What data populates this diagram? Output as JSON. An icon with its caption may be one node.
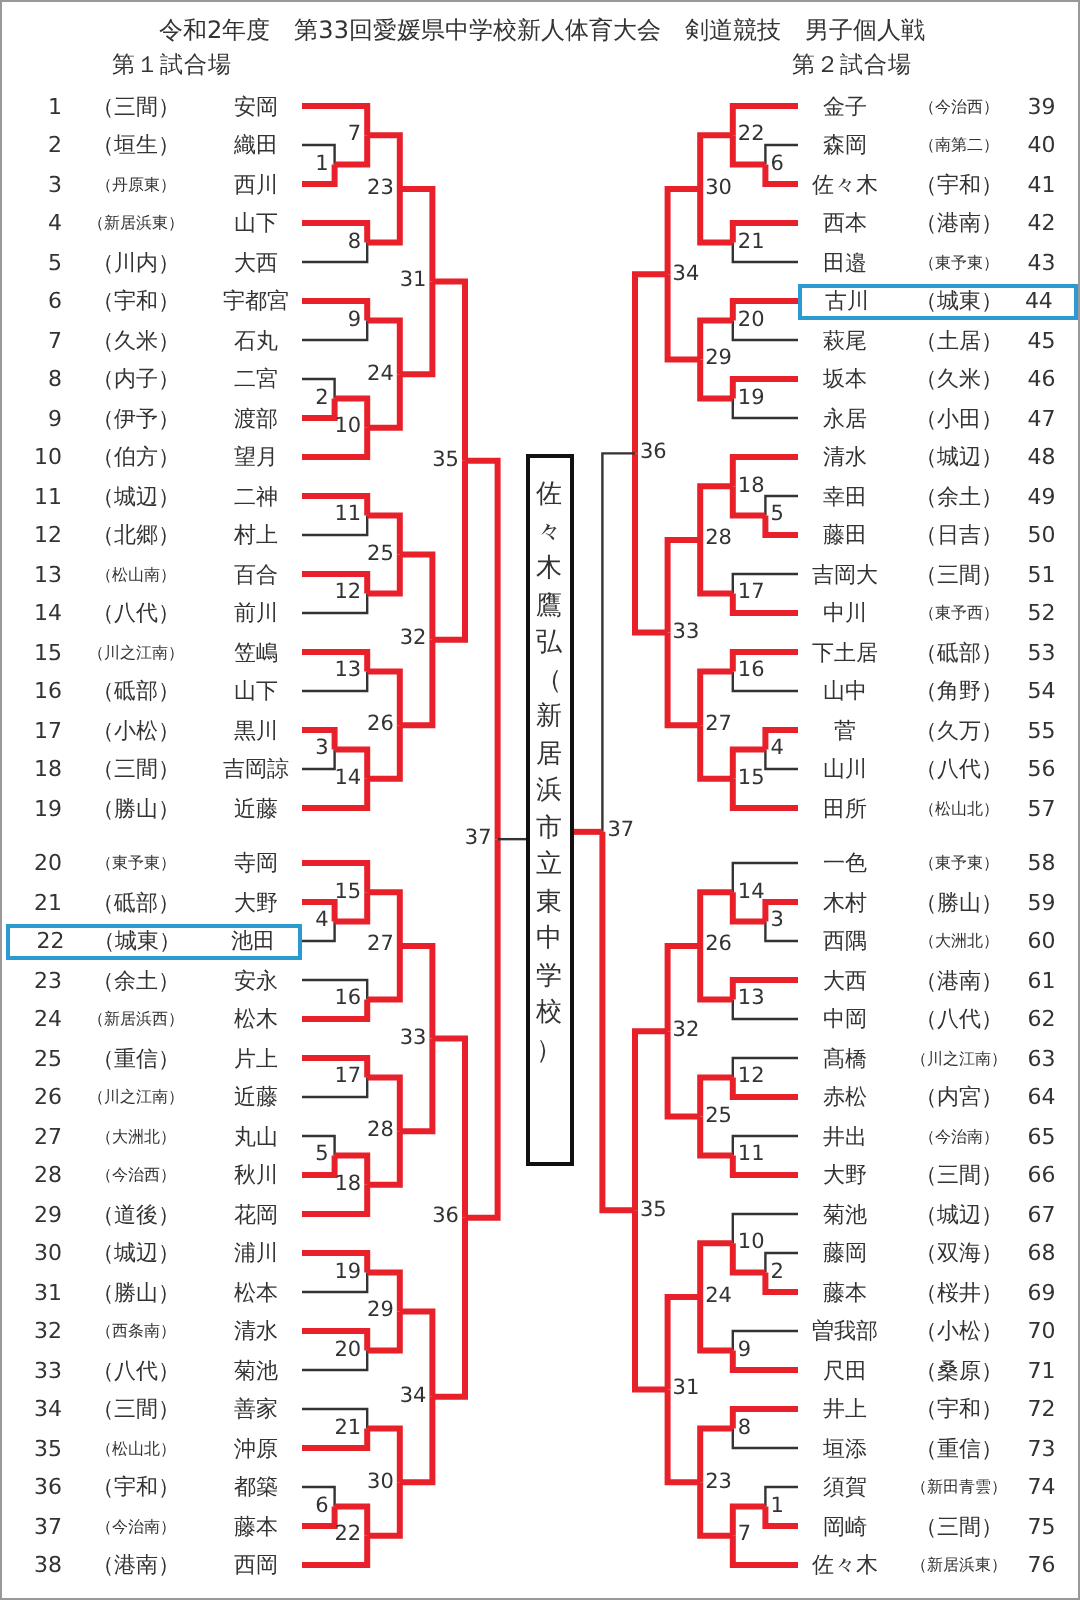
{
  "diagram": {
    "title": "令和2年度　第33回愛媛県中学校新人体育大会　剣道競技　男子個人戦",
    "nodes": [
      {
        "text": [
          "1",
          "（三間）",
          "安岡"
        ]
      },
      {
        "text": [
          "2",
          "（垣生）",
          "織田"
        ]
      },
      {
        "text": [
          "3",
          "（丹原東）",
          "西川"
        ]
      },
      {
        "text": [
          "4",
          "（新居浜東）",
          "山下"
        ]
      },
      {
        "text": [
          "5",
          "（川内）",
          "大西"
        ]
      },
      {
        "text": [
          "6",
          "（宇和）",
          "宇都宮"
        ]
      },
      {
        "text": [
          "7",
          "（久米）",
          "石丸"
        ]
      },
      {
        "text": [
          "8",
          "（内子）",
          "二宮"
        ]
      },
      {
        "text": [
          "9",
          "（伊予）",
          "渡部"
        ]
      },
      {
        "text": [
          "10",
          "（伯方）",
          "望月"
        ]
      },
      {
        "text": [
          "11",
          "（城辺）",
          "二神"
        ]
      },
      {
        "text": [
          "12",
          "（北郷）",
          "村上"
        ]
      },
      {
        "text": [
          "13",
          "（松山南）",
          "百合"
        ]
      },
      {
        "text": [
          "14",
          "（八代）",
          "前川"
        ]
      },
      {
        "text": [
          "15",
          "（川之江南）",
          "笠嶋"
        ]
      },
      {
        "text": [
          "16",
          "（砥部）",
          "山下"
        ]
      },
      {
        "text": [
          "17",
          "（小松）",
          "黒川"
        ]
      },
      {
        "text": [
          "18",
          "（三間）",
          "吉岡諒"
        ]
      },
      {
        "text": [
          "19",
          "（勝山）",
          "近藤"
        ]
      },
      {
        "text": [
          "20",
          "（東予東）",
          "寺岡"
        ]
      },
      {
        "text": [
          "21",
          "（砥部）",
          "大野"
        ]
      },
      {
        "text": [
          "22",
          "（城東）",
          "池田"
        ]
      },
      {
        "text": [
          "23",
          "（余土）",
          "安永"
        ]
      },
      {
        "text": [
          "24",
          "（新居浜西）",
          "松木"
        ]
      },
      {
        "text": [
          "25",
          "（重信）",
          "片上"
        ]
      },
      {
        "text": [
          "26",
          "（川之江南）",
          "近藤"
        ]
      },
      {
        "text": [
          "27",
          "（大洲北）",
          "丸山"
        ]
      },
      {
        "text": [
          "28",
          "（今治西）",
          "秋川"
        ]
      },
      {
        "text": [
          "29",
          "（道後）",
          "花岡"
        ]
      },
      {
        "text": [
          "30",
          "（城辺）",
          "浦川"
        ]
      },
      {
        "text": [
          "31",
          "（勝山）",
          "松本"
        ]
      },
      {
        "text": [
          "32",
          "（西条南）",
          "清水"
        ]
      },
      {
        "text": [
          "33",
          "（八代）",
          "菊池"
        ]
      },
      {
        "text": [
          "34",
          "（三間）",
          "善家"
        ]
      },
      {
        "text": [
          "35",
          "（松山北）",
          "沖原"
        ]
      },
      {
        "text": [
          "36",
          "（宇和）",
          "都築"
        ]
      },
      {
        "text": [
          "37",
          "（今治南）",
          "藤本"
        ]
      },
      {
        "text": [
          "38",
          "（港南）",
          "西岡"
        ]
      },
      {
        "text": [
          "金子",
          "（今治西）",
          "39"
        ]
      },
      {
        "text": [
          "森岡",
          "（南第二）",
          "40"
        ]
      },
      {
        "text": [
          "佐々木",
          "（宇和）",
          "41"
        ]
      },
      {
        "text": [
          "西本",
          "（港南）",
          "42"
        ]
      },
      {
        "text": [
          "田邉",
          "（東予東）",
          "43"
        ]
      },
      {
        "text": [
          "古川",
          "（城東）",
          "44"
        ]
      },
      {
        "text": [
          "萩尾",
          "（土居）",
          "45"
        ]
      },
      {
        "text": [
          "坂本",
          "（久米）",
          "46"
        ]
      },
      {
        "text": [
          "永居",
          "（小田）",
          "47"
        ]
      },
      {
        "text": [
          "清水",
          "（城辺）",
          "48"
        ]
      },
      {
        "text": [
          "幸田",
          "（余土）",
          "49"
        ]
      },
      {
        "text": [
          "藤田",
          "（日吉）",
          "50"
        ]
      },
      {
        "text": [
          "吉岡大",
          "（三間）",
          "51"
        ]
      },
      {
        "text": [
          "中川",
          "（東予西）",
          "52"
        ]
      },
      {
        "text": [
          "下土居",
          "（砥部）",
          "53"
        ]
      },
      {
        "text": [
          "山中",
          "（角野）",
          "54"
        ]
      },
      {
        "text": [
          "菅",
          "（久万）",
          "55"
        ]
      },
      {
        "text": [
          "山川",
          "（八代）",
          "56"
        ]
      },
      {
        "text": [
          "田所",
          "（松山北）",
          "57"
        ]
      },
      {
        "text": [
          "一色",
          "（東予東）",
          "58"
        ]
      },
      {
        "text": [
          "木村",
          "（勝山）",
          "59"
        ]
      },
      {
        "text": [
          "西隅",
          "（大洲北）",
          "60"
        ]
      },
      {
        "text": [
          "大西",
          "（港南）",
          "61"
        ]
      },
      {
        "text": [
          "中岡",
          "（八代）",
          "62"
        ]
      },
      {
        "text": [
          "髙橋",
          "（川之江南）",
          "63"
        ]
      },
      {
        "text": [
          "赤松",
          "（内宮）",
          "64"
        ]
      },
      {
        "text": [
          "井出",
          "（今治南）",
          "65"
        ]
      },
      {
        "text": [
          "大野",
          "（三間）",
          "66"
        ]
      },
      {
        "text": [
          "菊池",
          "（城辺）",
          "67"
        ]
      },
      {
        "text": [
          "藤岡",
          "（双海）",
          "68"
        ]
      },
      {
        "text": [
          "藤本",
          "（桜井）",
          "69"
        ]
      },
      {
        "text": [
          "曽我部",
          "（小松）",
          "70"
        ]
      },
      {
        "text": [
          "尺田",
          "（桑原）",
          "71"
        ]
      },
      {
        "text": [
          "井上",
          "（宇和）",
          "72"
        ]
      },
      {
        "text": [
          "垣添",
          "（重信）",
          "73"
        ]
      },
      {
        "text": [
          "須賀",
          "（新田青雲）",
          "74"
        ]
      },
      {
        "text": [
          "岡崎",
          "（三間）",
          "75"
        ]
      },
      {
        "text": [
          "佐々木",
          "（新居浜東）",
          "76"
        ]
      },
      {
        "text": [
          "1"
        ]
      },
      {
        "text": [
          "2"
        ]
      },
      {
        "text": [
          "3"
        ]
      },
      {
        "text": [
          "4"
        ]
      },
      {
        "text": [
          "5"
        ]
      },
      {
        "text": [
          "6"
        ]
      },
      {
        "text": [
          "7"
        ]
      },
      {
        "text": [
          "8"
        ]
      },
      {
        "text": [
          "9"
        ]
      },
      {
        "text": [
          "10"
        ]
      },
      {
        "text": [
          "11"
        ]
      },
      {
        "text": [
          "12"
        ]
      },
      {
        "text": [
          "13"
        ]
      },
      {
        "text": [
          "14"
        ]
      },
      {
        "text": [
          "15"
        ]
      },
      {
        "text": [
          "16"
        ]
      },
      {
        "text": [
          "17"
        ]
      },
      {
        "text": [
          "18"
        ]
      },
      {
        "text": [
          "19"
        ]
      },
      {
        "text": [
          "20"
        ]
      },
      {
        "text": [
          "21"
        ]
      },
      {
        "text": [
          "22"
        ]
      },
      {
        "text": [
          "23"
        ]
      },
      {
        "text": [
          "24"
        ]
      },
      {
        "text": [
          "25"
        ]
      },
      {
        "text": [
          "26"
        ]
      },
      {
        "text": [
          "27"
        ]
      },
      {
        "text": [
          "28"
        ]
      },
      {
        "text": [
          "29"
        ]
      },
      {
        "text": [
          "30"
        ]
      },
      {
        "text": [
          "31"
        ]
      },
      {
        "text": [
          "32"
        ]
      },
      {
        "text": [
          "33"
        ]
      },
      {
        "text": [
          "34"
        ]
      },
      {
        "text": [
          "35"
        ]
      },
      {
        "text": [
          "36"
        ]
      },
      {
        "text": [
          "37"
        ]
      },
      {
        "text": [
          "1"
        ]
      },
      {
        "text": [
          "2"
        ]
      },
      {
        "text": [
          "3"
        ]
      },
      {
        "text": [
          "4"
        ]
      },
      {
        "text": [
          "5"
        ]
      },
      {
        "text": [
          "6"
        ]
      },
      {
        "text": [
          "7"
        ]
      },
      {
        "text": [
          "8"
        ]
      },
      {
        "text": [
          "9"
        ]
      },
      {
        "text": [
          "10"
        ]
      },
      {
        "text": [
          "11"
        ]
      },
      {
        "text": [
          "12"
        ]
      },
      {
        "text": [
          "13"
        ]
      },
      {
        "text": [
          "14"
        ]
      },
      {
        "text": [
          "15"
        ]
      },
      {
        "text": [
          "16"
        ]
      },
      {
        "text": [
          "17"
        ]
      },
      {
        "text": [
          "18"
        ]
      },
      {
        "text": [
          "19"
        ]
      },
      {
        "text": [
          "20"
        ]
      },
      {
        "text": [
          "21"
        ]
      },
      {
        "text": [
          "22"
        ]
      },
      {
        "text": [
          "23"
        ]
      },
      {
        "text": [
          "24"
        ]
      },
      {
        "text": [
          "25"
        ]
      },
      {
        "text": [
          "26"
        ]
      },
      {
        "text": [
          "27"
        ]
      },
      {
        "text": [
          "28"
        ]
      },
      {
        "text": [
          "29"
        ]
      },
      {
        "text": [
          "30"
        ]
      },
      {
        "text": [
          "31"
        ]
      },
      {
        "text": [
          "32"
        ]
      },
      {
        "text": [
          "33"
        ]
      },
      {
        "text": [
          "34"
        ]
      },
      {
        "text": [
          "35"
        ]
      },
      {
        "text": [
          "36"
        ]
      },
      {
        "text": [
          "37"
        ]
      },
      {
        "text": [
          "佐々木鷹弘（新居浜市立東中学校）"
        ]
      }
    ],
    "edges": [
      {
        "from": 0,
        "to": 82,
        "arrow": "none"
      },
      {
        "from": 1,
        "to": 76,
        "arrow": "none",
        "color": "#333333"
      },
      {
        "from": 2,
        "to": 76,
        "arrow": "none"
      },
      {
        "from": 3,
        "to": 83,
        "arrow": "none"
      },
      {
        "from": 4,
        "to": 83,
        "arrow": "none",
        "color": "#333333"
      },
      {
        "from": 5,
        "to": 84,
        "arrow": "none"
      },
      {
        "from": 6,
        "to": 84,
        "arrow": "none",
        "color": "#333333"
      },
      {
        "from": 7,
        "to": 77,
        "arrow": "none",
        "color": "#333333"
      },
      {
        "from": 8,
        "to": 77,
        "arrow": "none"
      },
      {
        "from": 9,
        "to": 85,
        "arrow": "none"
      },
      {
        "from": 10,
        "to": 86,
        "arrow": "none"
      },
      {
        "from": 11,
        "to": 86,
        "arrow": "none",
        "color": "#333333"
      },
      {
        "from": 12,
        "to": 87,
        "arrow": "none"
      },
      {
        "from": 13,
        "to": 87,
        "arrow": "none",
        "color": "#333333"
      },
      {
        "from": 14,
        "to": 88,
        "arrow": "none"
      },
      {
        "from": 15,
        "to": 88,
        "arrow": "none",
        "color": "#333333"
      },
      {
        "from": 16,
        "to": 78,
        "arrow": "none"
      },
      {
        "from": 17,
        "to": 78,
        "arrow": "none",
        "color": "#333333"
      },
      {
        "from": 18,
        "to": 89,
        "arrow": "none"
      },
      {
        "from": 19,
        "to": 90,
        "arrow": "none"
      },
      {
        "from": 20,
        "to": 79,
        "arrow": "none"
      },
      {
        "from": 21,
        "to": 79,
        "arrow": "none",
        "color": "#333333"
      },
      {
        "from": 22,
        "to": 91,
        "arrow": "none",
        "color": "#333333"
      },
      {
        "from": 23,
        "to": 91,
        "arrow": "none"
      },
      {
        "from": 24,
        "to": 92,
        "arrow": "none"
      },
      {
        "from": 25,
        "to": 92,
        "arrow": "none",
        "color": "#333333"
      },
      {
        "from": 26,
        "to": 80,
        "arrow": "none",
        "color": "#333333"
      },
      {
        "from": 27,
        "to": 80,
        "arrow": "none"
      },
      {
        "from": 28,
        "to": 93,
        "arrow": "none"
      },
      {
        "from": 29,
        "to": 94,
        "arrow": "none"
      },
      {
        "from": 30,
        "to": 94,
        "arrow": "none",
        "color": "#333333"
      },
      {
        "from": 31,
        "to": 95,
        "arrow": "none"
      },
      {
        "from": 32,
        "to": 95,
        "arrow": "none",
        "color": "#333333"
      },
      {
        "from": 33,
        "to": 96,
        "arrow": "none",
        "color": "#333333"
      },
      {
        "from": 34,
        "to": 96,
        "arrow": "none"
      },
      {
        "from": 35,
        "to": 81,
        "arrow": "none",
        "color": "#333333"
      },
      {
        "from": 36,
        "to": 81,
        "arrow": "none"
      },
      {
        "from": 37,
        "to": 97,
        "arrow": "none"
      },
      {
        "from": 38,
        "to": 134,
        "arrow": "none"
      },
      {
        "from": 39,
        "to": 118,
        "arrow": "none",
        "color": "#333333"
      },
      {
        "from": 40,
        "to": 118,
        "arrow": "none"
      },
      {
        "from": 41,
        "to": 133,
        "arrow": "none"
      },
      {
        "from": 42,
        "to": 133,
        "arrow": "none",
        "color": "#333333"
      },
      {
        "from": 43,
        "to": 132,
        "arrow": "none"
      },
      {
        "from": 44,
        "to": 132,
        "arrow": "none",
        "color": "#333333"
      },
      {
        "from": 45,
        "to": 131,
        "arrow": "none"
      },
      {
        "from": 46,
        "to": 131,
        "arrow": "none",
        "color": "#333333"
      },
      {
        "from": 47,
        "to": 130,
        "arrow": "none"
      },
      {
        "from": 48,
        "to": 117,
        "arrow": "none",
        "color": "#333333"
      },
      {
        "from": 49,
        "to": 117,
        "arrow": "none"
      },
      {
        "from": 50,
        "to": 129,
        "arrow": "none",
        "color": "#333333"
      },
      {
        "from": 51,
        "to": 129,
        "arrow": "none"
      },
      {
        "from": 52,
        "to": 128,
        "arrow": "none"
      },
      {
        "from": 53,
        "to": 128,
        "arrow": "none",
        "color": "#333333"
      },
      {
        "from": 54,
        "to": 116,
        "arrow": "none"
      },
      {
        "from": 55,
        "to": 116,
        "arrow": "none",
        "color": "#333333"
      },
      {
        "from": 56,
        "to": 127,
        "arrow": "none"
      },
      {
        "from": 57,
        "to": 126,
        "arrow": "none",
        "color": "#333333"
      },
      {
        "from": 58,
        "to": 115,
        "arrow": "none"
      },
      {
        "from": 59,
        "to": 115,
        "arrow": "none",
        "color": "#333333"
      },
      {
        "from": 60,
        "to": 125,
        "arrow": "none"
      },
      {
        "from": 61,
        "to": 125,
        "arrow": "none",
        "color": "#333333"
      },
      {
        "from": 62,
        "to": 124,
        "arrow": "none",
        "color": "#333333"
      },
      {
        "from": 63,
        "to": 124,
        "arrow": "none"
      },
      {
        "from": 64,
        "to": 123,
        "arrow": "none",
        "color": "#333333"
      },
      {
        "from": 65,
        "to": 123,
        "arrow": "none"
      },
      {
        "from": 66,
        "to": 122,
        "arrow": "none",
        "color": "#333333"
      },
      {
        "from": 67,
        "to": 114,
        "arrow": "none",
        "color": "#333333"
      },
      {
        "from": 68,
        "to": 114,
        "arrow": "none"
      },
      {
        "from": 69,
        "to": 121,
        "arrow": "none",
        "color": "#333333"
      },
      {
        "from": 70,
        "to": 121,
        "arrow": "none"
      },
      {
        "from": 71,
        "to": 120,
        "arrow": "none"
      },
      {
        "from": 72,
        "to": 120,
        "arrow": "none",
        "color": "#333333"
      },
      {
        "from": 73,
        "to": 113,
        "arrow": "none",
        "color": "#333333"
      },
      {
        "from": 74,
        "to": 113,
        "arrow": "none"
      },
      {
        "from": 75,
        "to": 119,
        "arrow": "none"
      },
      {
        "from": 76,
        "to": 82,
        "arrow": "none"
      },
      {
        "from": 77,
        "to": 85,
        "arrow": "none"
      },
      {
        "from": 78,
        "to": 89,
        "arrow": "none"
      },
      {
        "from": 79,
        "to": 90,
        "arrow": "none"
      },
      {
        "from": 80,
        "to": 93,
        "arrow": "none"
      },
      {
        "from": 81,
        "to": 97,
        "arrow": "none"
      },
      {
        "from": 82,
        "to": 98,
        "arrow": "none"
      },
      {
        "from": 83,
        "to": 98,
        "arrow": "none"
      },
      {
        "from": 84,
        "to": 99,
        "arrow": "none"
      },
      {
        "from": 85,
        "to": 99,
        "arrow": "none"
      },
      {
        "from": 86,
        "to": 100,
        "arrow": "none"
      },
      {
        "from": 87,
        "to": 100,
        "arrow": "none"
      },
      {
        "from": 88,
        "to": 101,
        "arrow": "none"
      },
      {
        "from": 89,
        "to": 101,
        "arrow": "none"
      },
      {
        "from": 90,
        "to": 102,
        "arrow": "none"
      },
      {
        "from": 91,
        "to": 102,
        "arrow": "none"
      },
      {
        "from": 92,
        "to": 103,
        "arrow": "none"
      },
      {
        "from": 93,
        "to": 103,
        "arrow": "none"
      },
      {
        "from": 94,
        "to": 104,
        "arrow": "none"
      },
      {
        "from": 95,
        "to": 104,
        "arrow": "none"
      },
      {
        "from": 96,
        "to": 105,
        "arrow": "none"
      },
      {
        "from": 97,
        "to": 105,
        "arrow": "none"
      },
      {
        "from": 98,
        "to": 106,
        "arrow": "none"
      },
      {
        "from": 99,
        "to": 106,
        "arrow": "none"
      },
      {
        "from": 100,
        "to": 107,
        "arrow": "none"
      },
      {
        "from": 101,
        "to": 107,
        "arrow": "none"
      },
      {
        "from": 102,
        "to": 108,
        "arrow": "none"
      },
      {
        "from": 103,
        "to": 108,
        "arrow": "none"
      },
      {
        "from": 104,
        "to": 109,
        "arrow": "none"
      },
      {
        "from": 105,
        "to": 109,
        "arrow": "none"
      },
      {
        "from": 106,
        "to": 110,
        "arrow": "none"
      },
      {
        "from": 107,
        "to": 110,
        "arrow": "none"
      },
      {
        "from": 108,
        "to": 111,
        "arrow": "none"
      },
      {
        "from": 109,
        "to": 111,
        "arrow": "none"
      },
      {
        "from": 110,
        "to": 112,
        "arrow": "none"
      },
      {
        "from": 111,
        "to": 112,
        "arrow": "none"
      },
      {
        "from": 112,
        "to": 150,
        "arrow": "none",
        "color": "#333333"
      },
      {
        "from": 113,
        "to": 119,
        "arrow": "none"
      },
      {
        "from": 114,
        "to": 122,
        "arrow": "none"
      },
      {
        "from": 115,
        "to": 126,
        "arrow": "none"
      },
      {
        "from": 116,
        "to": 127,
        "arrow": "none"
      },
      {
        "from": 117,
        "to": 130,
        "arrow": "none"
      },
      {
        "from": 118,
        "to": 134,
        "arrow": "none"
      },
      {
        "from": 119,
        "to": 135,
        "arrow": "none"
      },
      {
        "from": 120,
        "to": 135,
        "arrow": "none"
      },
      {
        "from": 121,
        "to": 136,
        "arrow": "none"
      },
      {
        "from": 122,
        "to": 136,
        "arrow": "none"
      },
      {
        "from": 123,
        "to": 137,
        "arrow": "none"
      },
      {
        "from": 124,
        "to": 137,
        "arrow": "none"
      },
      {
        "from": 125,
        "to": 138,
        "arrow": "none"
      },
      {
        "from": 126,
        "to": 138,
        "arrow": "none"
      },
      {
        "from": 127,
        "to": 139,
        "arrow": "none"
      },
      {
        "from": 128,
        "to": 139,
        "arrow": "none"
      },
      {
        "from": 129,
        "to": 140,
        "arrow": "none"
      },
      {
        "from": 130,
        "to": 140,
        "arrow": "none"
      },
      {
        "from": 131,
        "to": 141,
        "arrow": "none"
      },
      {
        "from": 132,
        "to": 141,
        "arrow": "none"
      },
      {
        "from": 133,
        "to": 142,
        "arrow": "none"
      },
      {
        "from": 134,
        "to": 142,
        "arrow": "none"
      },
      {
        "from": 135,
        "to": 143,
        "arrow": "none"
      },
      {
        "from": 136,
        "to": 143,
        "arrow": "none"
      },
      {
        "from": 137,
        "to": 144,
        "arrow": "none"
      },
      {
        "from": 138,
        "to": 144,
        "arrow": "none"
      },
      {
        "from": 139,
        "to": 145,
        "arrow": "none"
      },
      {
        "from": 140,
        "to": 145,
        "arrow": "none"
      },
      {
        "from": 141,
        "to": 146,
        "arrow": "none"
      },
      {
        "from": 142,
        "to": 146,
        "arrow": "none"
      },
      {
        "from": 143,
        "to": 147,
        "arrow": "none"
      },
      {
        "from": 144,
        "to": 147,
        "arrow": "none"
      },
      {
        "from": 145,
        "to": 148,
        "arrow": "none"
      },
      {
        "from": 146,
        "to": 148,
        "arrow": "none"
      },
      {
        "from": 147,
        "to": 149,
        "arrow": "none"
      },
      {
        "from": 148,
        "to": 149,
        "arrow": "none",
        "color": "#333333"
      },
      {
        "from": 149,
        "to": 150,
        "arrow": "none"
      }
    ],
    "labels": [
      "第１試合場",
      "第２試合場"
    ]
  }
}
